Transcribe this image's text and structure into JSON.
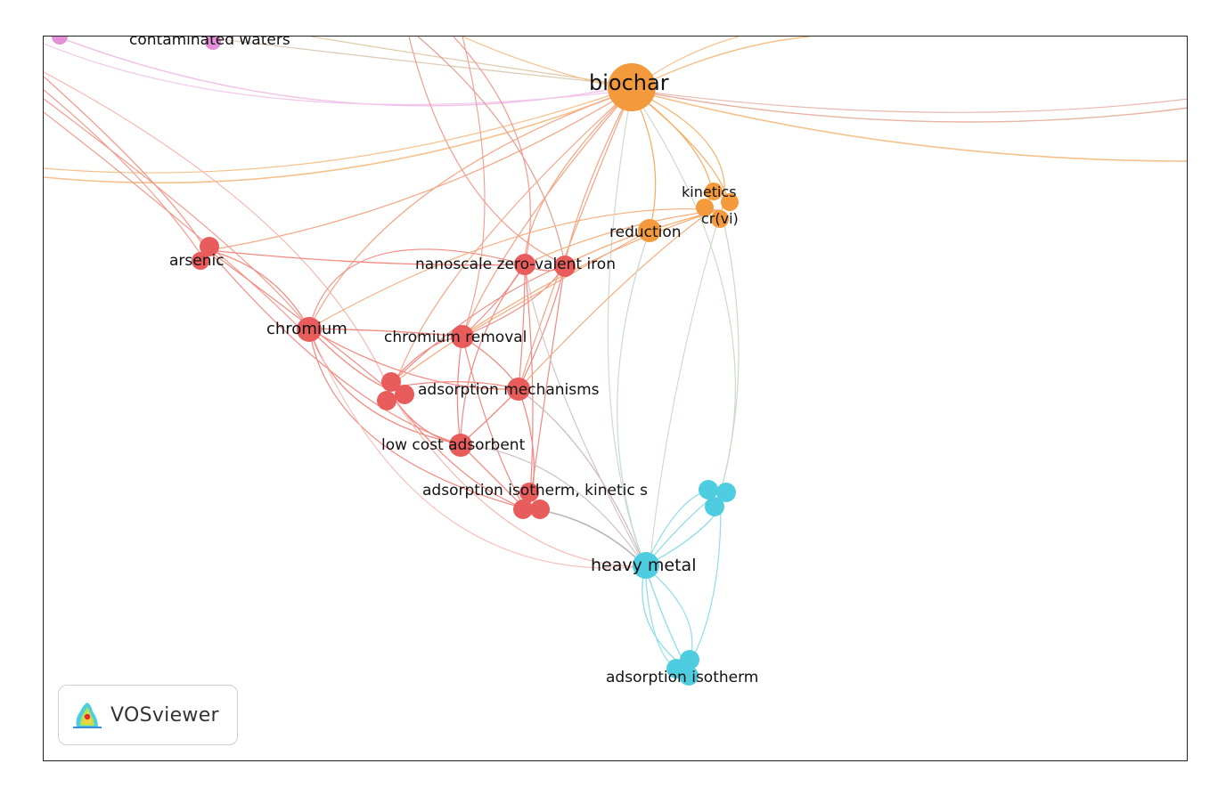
{
  "app": {
    "brand": "VOSviewer",
    "logo_icon": "vosviewer-logo-icon"
  },
  "colors": {
    "red": "#e85c5c",
    "orange": "#f39a3c",
    "cyan": "#4fcde0",
    "pink": "#e58fd8"
  },
  "labels": {
    "contaminated_waters": "contaminated waters",
    "biochar": "biochar",
    "kinetics": "kinetics",
    "crvi": "cr(vi)",
    "reduction": "reduction",
    "arsenic": "arsenic",
    "nzvi": "nanoscale zero-valent iron",
    "chromium": "chromium",
    "chromium_removal": "chromium removal",
    "adsorption_mechanisms": "adsorption mechanisms",
    "low_cost_adsorbent": "low cost adsorbent",
    "adsorption_isotherm_kinetics": "adsorption isotherm, kinetic s",
    "heavy_metal": "heavy metal",
    "adsorption_isotherm": "adsorption isotherm"
  }
}
